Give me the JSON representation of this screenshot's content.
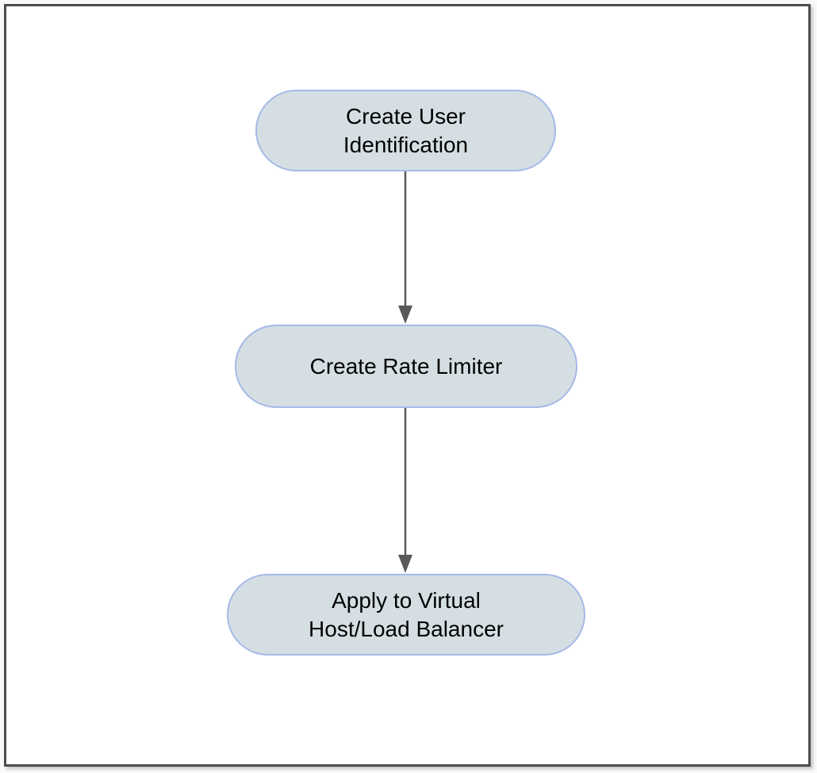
{
  "diagram": {
    "type": "flowchart",
    "direction": "top-down",
    "nodes": [
      {
        "id": "create-user-identification",
        "label": "Create User\nIdentification",
        "shape": "stadium"
      },
      {
        "id": "create-rate-limiter",
        "label": "Create Rate Limiter",
        "shape": "stadium"
      },
      {
        "id": "apply-to-virtual-host-load-balancer",
        "label": "Apply to Virtual\nHost/Load Balancer",
        "shape": "stadium"
      }
    ],
    "edges": [
      {
        "from": "create-user-identification",
        "to": "create-rate-limiter",
        "style": "solid-arrow"
      },
      {
        "from": "create-rate-limiter",
        "to": "apply-to-virtual-host-load-balancer",
        "style": "solid-arrow"
      }
    ],
    "colors": {
      "node_fill": "#d5dfe3",
      "node_border": "#a6b9e7",
      "arrow": "#595959",
      "text": "#000000",
      "frame_border": "#4d4d4d",
      "canvas": "#ffffff"
    }
  }
}
